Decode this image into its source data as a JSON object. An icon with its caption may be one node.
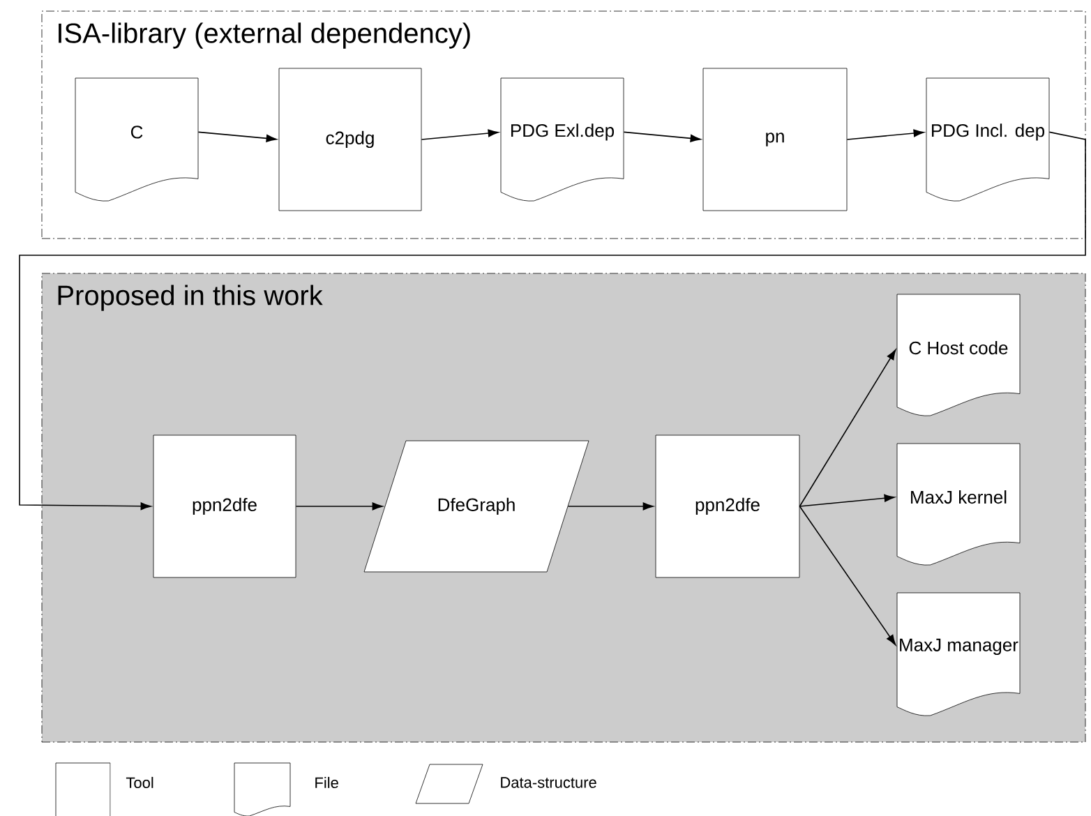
{
  "diagram": {
    "nodes": [
      {
        "text": [
          "ISA-library (external dependency)"
        ]
      },
      {
        "text": [
          "C"
        ],
        "in": 0
      },
      {
        "text": [
          "c2pdg"
        ],
        "in": 0
      },
      {
        "text": [
          "PDG Exl.dep"
        ],
        "in": 0
      },
      {
        "text": [
          "pn"
        ],
        "in": 0
      },
      {
        "text": [
          "PDG Incl. dep"
        ],
        "in": 0
      },
      {
        "text": [
          "Proposed in this work"
        ]
      },
      {
        "text": [
          "ppn2dfe"
        ],
        "in": 6
      },
      {
        "text": [
          "DfeGraph"
        ],
        "in": 6
      },
      {
        "text": [
          "ppn2dfe"
        ],
        "in": 6
      },
      {
        "text": [
          "C Host code"
        ],
        "in": 6
      },
      {
        "text": [
          "MaxJ kernel"
        ],
        "in": 6
      },
      {
        "text": [
          "MaxJ manager"
        ],
        "in": 6
      }
    ],
    "edges": [
      {
        "from": 1,
        "to": 2,
        "arrow": "to"
      },
      {
        "from": 2,
        "to": 3,
        "arrow": "to"
      },
      {
        "from": 3,
        "to": 4,
        "arrow": "to"
      },
      {
        "from": 4,
        "to": 5,
        "arrow": "to"
      },
      {
        "from": 5,
        "to": 7,
        "arrow": "to"
      },
      {
        "from": 7,
        "to": 8,
        "arrow": "to"
      },
      {
        "from": 8,
        "to": 9,
        "arrow": "to"
      },
      {
        "from": 9,
        "to": 10,
        "arrow": "to"
      },
      {
        "from": 9,
        "to": 11,
        "arrow": "to"
      },
      {
        "from": 9,
        "to": 12,
        "arrow": "to"
      }
    ],
    "legend": [
      {
        "text": "Tool"
      },
      {
        "text": "File"
      },
      {
        "text": "Data-structure"
      }
    ]
  }
}
